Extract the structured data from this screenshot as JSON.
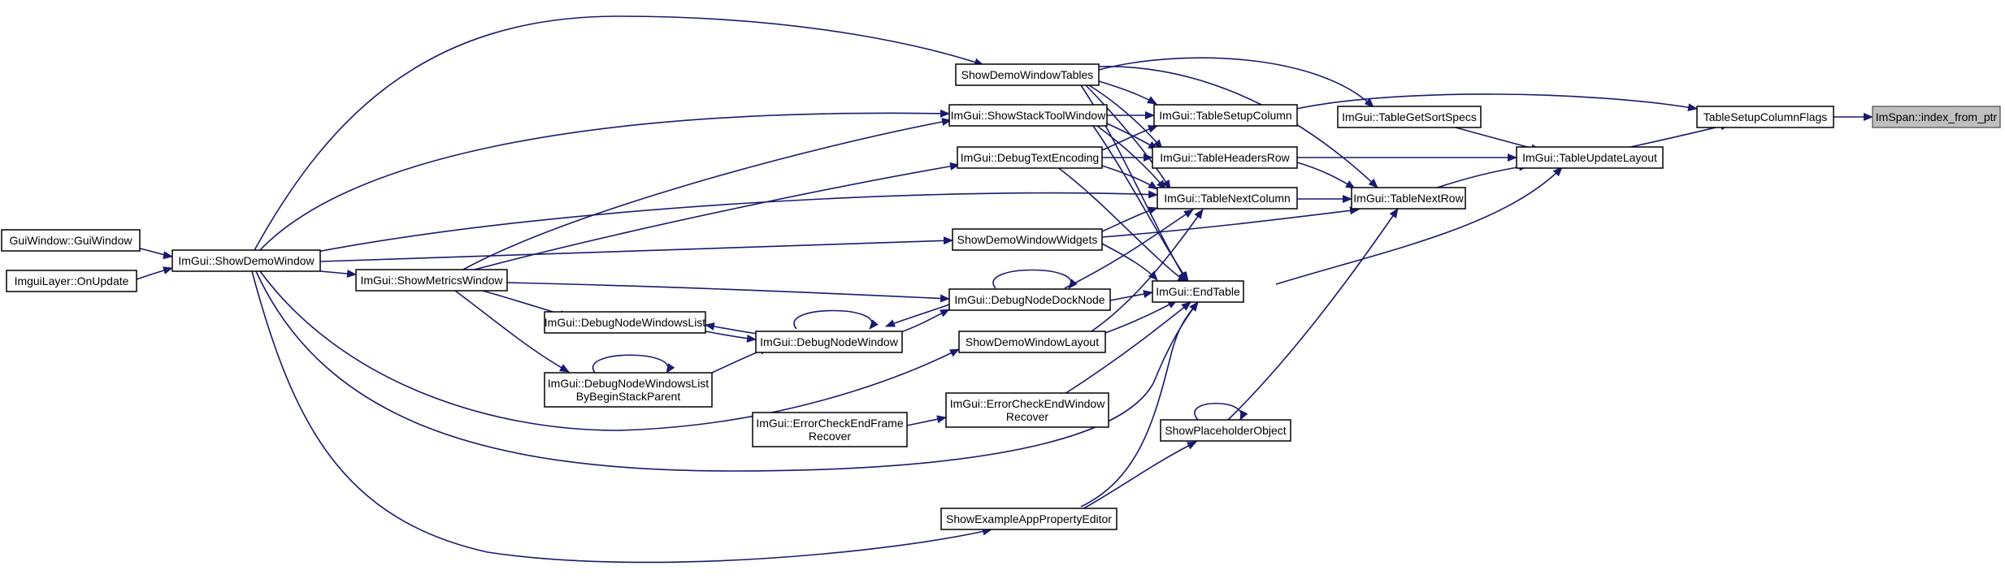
{
  "colors": {
    "edge": "#191970",
    "node_border": "#000000",
    "highlight_fill": "#bfbfbf",
    "background": "#ffffff"
  },
  "nodes": {
    "index_from_ptr": {
      "lines": [
        "ImSpan::index_from_ptr"
      ]
    },
    "table_setup_column_flags": {
      "lines": [
        "TableSetupColumnFlags"
      ]
    },
    "table_update_layout": {
      "lines": [
        "ImGui::TableUpdateLayout"
      ]
    },
    "table_get_sort_specs": {
      "lines": [
        "ImGui::TableGetSortSpecs"
      ]
    },
    "table_next_row": {
      "lines": [
        "ImGui::TableNextRow"
      ]
    },
    "table_setup_column": {
      "lines": [
        "ImGui::TableSetupColumn"
      ]
    },
    "table_headers_row": {
      "lines": [
        "ImGui::TableHeadersRow"
      ]
    },
    "table_next_column": {
      "lines": [
        "ImGui::TableNextColumn"
      ]
    },
    "end_table": {
      "lines": [
        "ImGui::EndTable"
      ]
    },
    "show_placeholder_object": {
      "lines": [
        "ShowPlaceholderObject"
      ]
    },
    "show_demo_window_tables": {
      "lines": [
        "ShowDemoWindowTables"
      ]
    },
    "show_stack_tool_window": {
      "lines": [
        "ImGui::ShowStackToolWindow"
      ]
    },
    "debug_text_encoding": {
      "lines": [
        "ImGui::DebugTextEncoding"
      ]
    },
    "show_demo_window_widgets": {
      "lines": [
        "ShowDemoWindowWidgets"
      ]
    },
    "debug_node_dock_node": {
      "lines": [
        "ImGui::DebugNodeDockNode"
      ]
    },
    "show_demo_window_layout": {
      "lines": [
        "ShowDemoWindowLayout"
      ]
    },
    "error_check_end_window_recover": {
      "lines": [
        "ImGui::ErrorCheckEndWindow",
        "Recover"
      ]
    },
    "show_example_app_property_editor": {
      "lines": [
        "ShowExampleAppPropertyEditor"
      ]
    },
    "error_check_end_frame_recover": {
      "lines": [
        "ImGui::ErrorCheckEndFrame",
        "Recover"
      ]
    },
    "debug_node_windows_list": {
      "lines": [
        "ImGui::DebugNodeWindowsList"
      ]
    },
    "debug_node_window": {
      "lines": [
        "ImGui::DebugNodeWindow"
      ]
    },
    "debug_node_windows_list_by_begin_stack_parent": {
      "lines": [
        "ImGui::DebugNodeWindowsList",
        "ByBeginStackParent"
      ]
    },
    "show_metrics_window": {
      "lines": [
        "ImGui::ShowMetricsWindow"
      ]
    },
    "show_demo_window": {
      "lines": [
        "ImGui::ShowDemoWindow"
      ]
    },
    "gui_window": {
      "lines": [
        "GuiWindow::GuiWindow"
      ]
    },
    "imgui_layer_on_update": {
      "lines": [
        "ImguiLayer::OnUpdate"
      ]
    }
  }
}
